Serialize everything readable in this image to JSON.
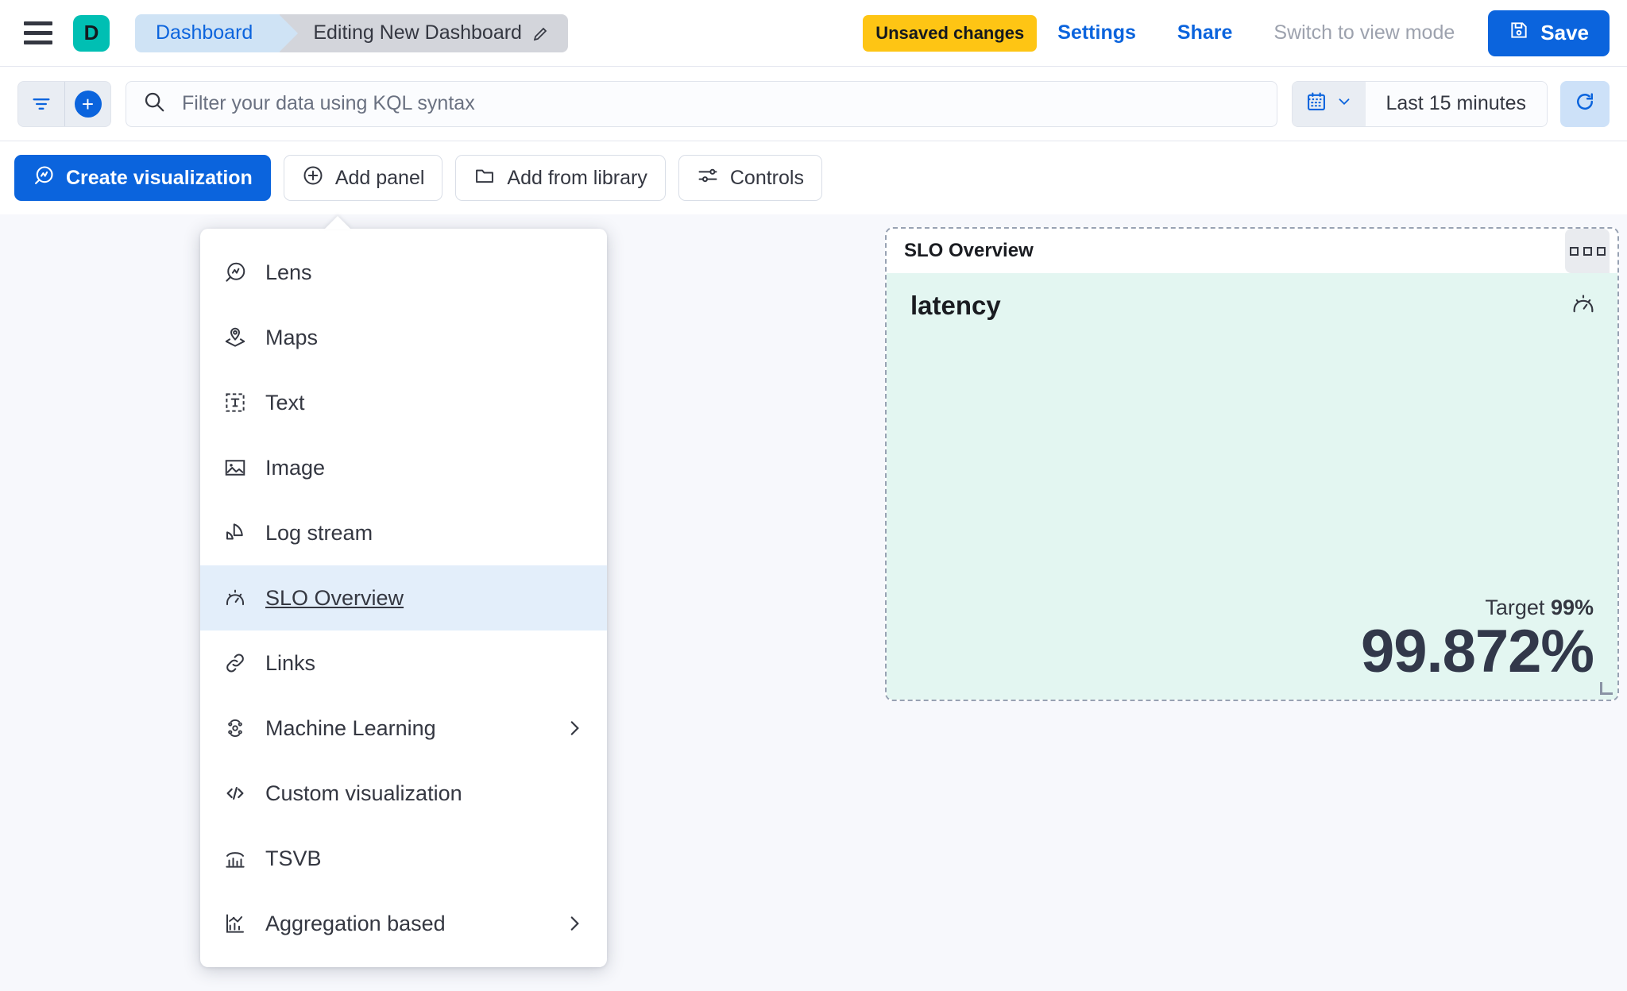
{
  "header": {
    "menu_icon": "hamburger-icon",
    "avatar_letter": "D",
    "breadcrumb_root": "Dashboard",
    "breadcrumb_current": "Editing New Dashboard",
    "edit_icon": "pencil-icon",
    "unsaved_badge": "Unsaved changes",
    "settings_label": "Settings",
    "share_label": "Share",
    "view_mode_label": "Switch to view mode",
    "save_label": "Save",
    "save_icon": "floppy-disk-icon",
    "colors": {
      "accent": "#0B64DD",
      "warning": "#FEC514",
      "avatar": "#00BFB3"
    }
  },
  "querybar": {
    "filter_icon": "filter-icon",
    "add_filter_icon": "plus-circle-icon",
    "search_icon": "search-icon",
    "search_value": "",
    "search_placeholder": "Filter your data using KQL syntax",
    "calendar_icon": "calendar-icon",
    "chevron_icon": "chevron-down-icon",
    "time_range": "Last 15 minutes",
    "refresh_icon": "refresh-icon"
  },
  "toolbar": {
    "buttons": [
      {
        "label": "Create visualization",
        "icon": "lens-icon",
        "primary": true
      },
      {
        "label": "Add panel",
        "icon": "plus-circle-outline-icon",
        "primary": false
      },
      {
        "label": "Add from library",
        "icon": "folder-icon",
        "primary": false
      },
      {
        "label": "Controls",
        "icon": "controls-icon",
        "primary": false
      }
    ]
  },
  "add_panel_menu": {
    "items": [
      {
        "label": "Lens",
        "icon": "lens-icon",
        "submenu": false,
        "active": false
      },
      {
        "label": "Maps",
        "icon": "map-pin-layers-icon",
        "submenu": false,
        "active": false
      },
      {
        "label": "Text",
        "icon": "text-box-icon",
        "submenu": false,
        "active": false
      },
      {
        "label": "Image",
        "icon": "image-icon",
        "submenu": false,
        "active": false
      },
      {
        "label": "Log stream",
        "icon": "log-stream-icon",
        "submenu": false,
        "active": false
      },
      {
        "label": "SLO Overview",
        "icon": "gauge-icon",
        "submenu": false,
        "active": true
      },
      {
        "label": "Links",
        "icon": "link-icon",
        "submenu": false,
        "active": false
      },
      {
        "label": "Machine Learning",
        "icon": "machine-learning-icon",
        "submenu": true,
        "active": false
      },
      {
        "label": "Custom visualization",
        "icon": "code-icon",
        "submenu": false,
        "active": false
      },
      {
        "label": "TSVB",
        "icon": "tsvb-chart-icon",
        "submenu": false,
        "active": false
      },
      {
        "label": "Aggregation based",
        "icon": "aggregation-chart-icon",
        "submenu": true,
        "active": false
      }
    ]
  },
  "slo_panel": {
    "panel_title": "SLO Overview",
    "context_menu_icon": "context-menu-icon",
    "slo_name": "latency",
    "gauge_icon": "gauge-icon",
    "target_prefix": "Target",
    "target_value": "99%",
    "current_value": "99.872%",
    "background_color": "#E3F6F1"
  }
}
